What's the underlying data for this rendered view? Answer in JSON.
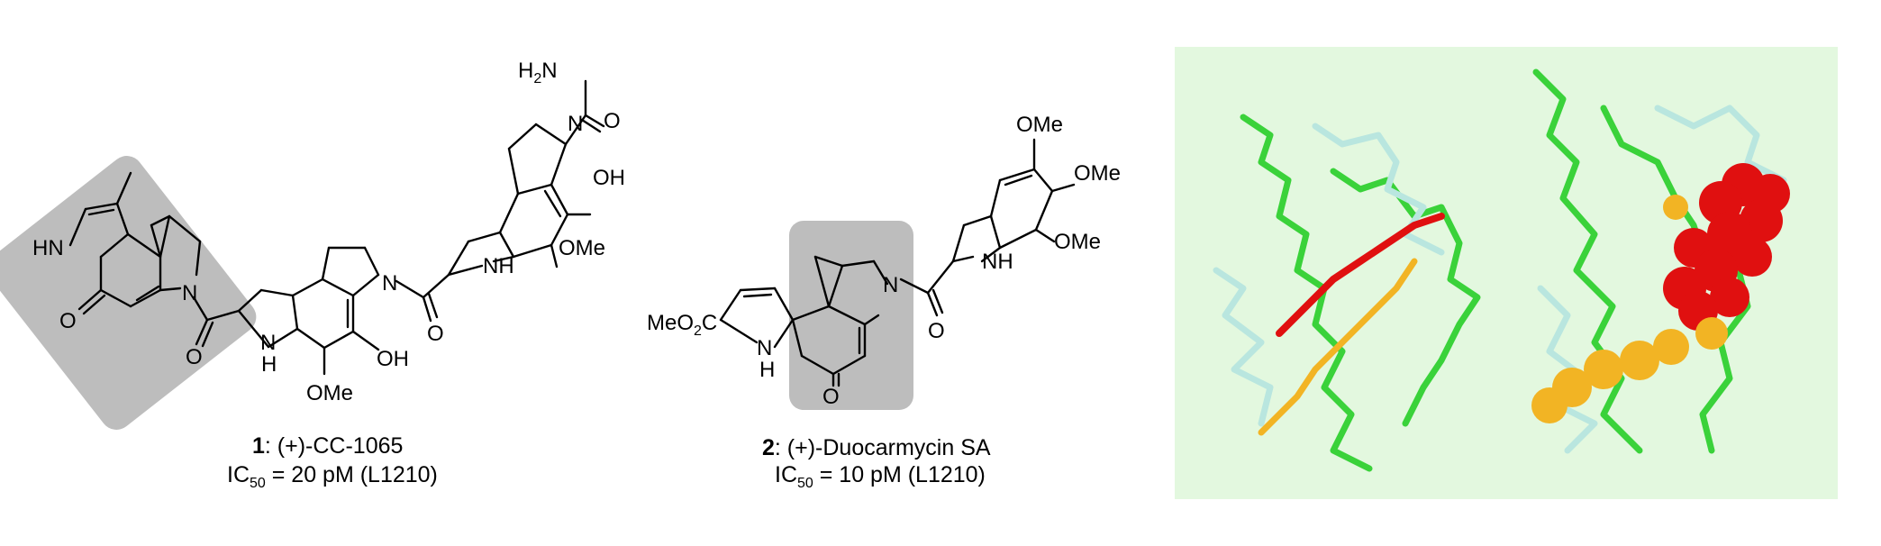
{
  "compound1": {
    "number": "1",
    "name": ":  (+)-CC-1065",
    "ic50_prefix": "IC",
    "ic50_sub": "50",
    "ic50_value": " = 20 pM (L1210)",
    "atoms": {
      "hn_left": "HN",
      "o_left": "O",
      "n_alk": "N",
      "o_amide1": "O",
      "nh_1": "H",
      "n_1": "N",
      "ome_1": "OMe",
      "oh_1": "OH",
      "n_2": "N",
      "o_amide2": "O",
      "nh_2": "NH",
      "ome_2": "OMe",
      "oh_2": "OH",
      "n_3": "N",
      "o_urea": "O",
      "h2n": "H",
      "h2n_sub": "2",
      "h2n_n": "N"
    }
  },
  "compound2": {
    "number": "2",
    "name": ":  (+)-Duocarmycin SA",
    "ic50_prefix": "IC",
    "ic50_sub": "50",
    "ic50_value": " = 10 pM (L1210)",
    "atoms": {
      "meo2c_prefix": "MeO",
      "meo2c_sub": "2",
      "meo2c_suffix": "C",
      "nh": "H",
      "n_nh": "N",
      "o_ketone": "O",
      "n_alk": "N",
      "o_amide": "O",
      "nh_indole": "NH",
      "ome_a": "OMe",
      "ome_b": "OMe",
      "ome_c": "OMe"
    }
  },
  "colors": {
    "highlight": "#bdbdbd",
    "panel_background": "#e3f8df",
    "dna_strand_green": "#3ad23a",
    "dna_strand_pale": "#b9e6df",
    "ligand_red": "#e01010",
    "ligand_orange": "#f2b424"
  }
}
